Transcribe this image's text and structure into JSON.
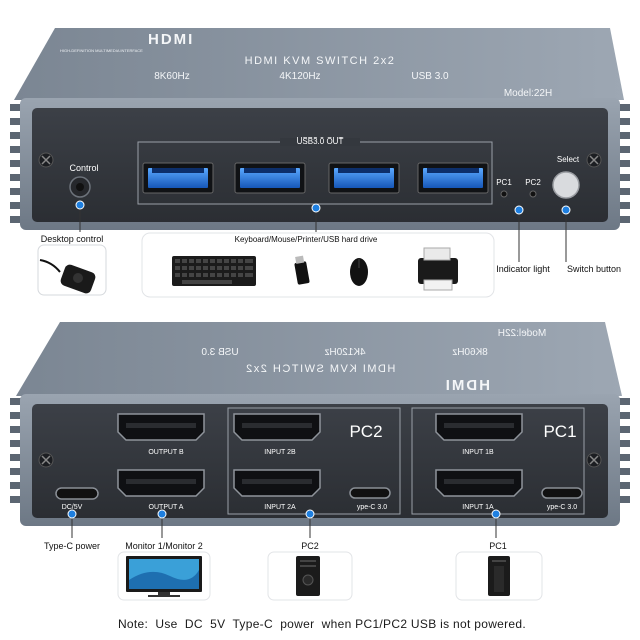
{
  "product": {
    "brand_logo": "HDMI",
    "logo_subtext": "HIGH-DEFINITION MULTIMEDIA INTERFACE",
    "title": "HDMI KVM SWITCH 2x2",
    "specs": [
      "8K60Hz",
      "4K120Hz",
      "USB 3.0"
    ],
    "model": "Model:22H"
  },
  "front_panel": {
    "usb_out_label": "USB3.0 OUT",
    "control_label": "Control",
    "pc1_label": "PC1",
    "pc2_label": "PC2",
    "select_label": "Select"
  },
  "front_callouts": {
    "desktop_control": "Desktop control",
    "peripherals": "Keyboard/Mouse/Printer/USB hard drive",
    "indicator_light": "Indicator light",
    "switch_button": "Switch button"
  },
  "rear_panel": {
    "output_b": "OUTPUT B",
    "output_a": "OUTPUT A",
    "dc_label": "DC/5V",
    "pc2_group": "PC2",
    "input_2b": "INPUT 2B",
    "input_2a": "INPUT 2A",
    "typec_2": "ype-C 3.0",
    "pc1_group": "PC1",
    "input_1b": "INPUT 1B",
    "input_1a": "INPUT 1A",
    "typec_1": "ype-C 3.0"
  },
  "rear_callouts": {
    "typec_power": "Type-C power",
    "monitors": "Monitor 1/Monitor 2",
    "pc2": "PC2",
    "pc1": "PC1"
  },
  "note": "Note:  Use  DC  5V  Type-C  power  when PC1/PC2 USB is not powered.",
  "colors": {
    "device_body": "#7d8895",
    "panel_face": "#32363c",
    "usb_blue": "#1f73d6",
    "callout_dot": "#1e7fe0"
  }
}
